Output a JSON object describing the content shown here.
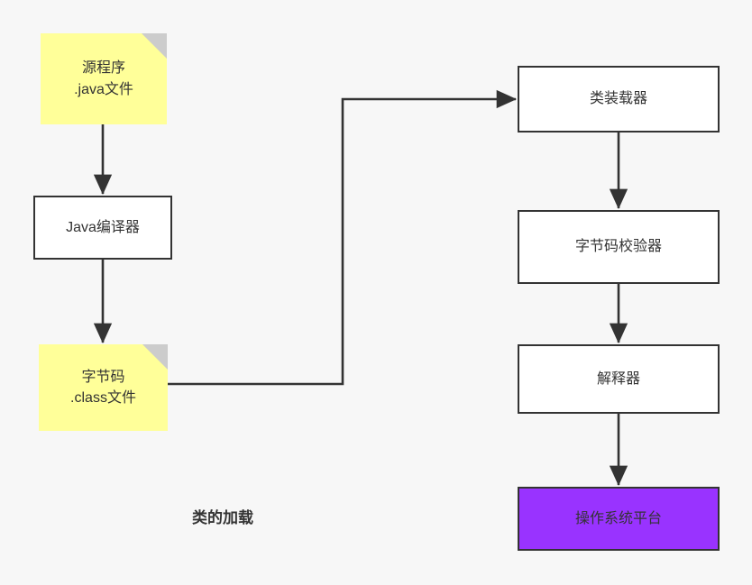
{
  "diagram": {
    "title_caption": "类的加载",
    "background_color": "#f7f7f7",
    "edge_color": "#333333",
    "note_fill": "#ffff99",
    "note_fold_color": "#cccccc",
    "process_fill": "#ffffff",
    "platform_fill": "#9933ff",
    "border_color": "#333333"
  },
  "nodes": {
    "source_file": {
      "label": "源程序\n.java文件",
      "shape": "note",
      "fill": "#ffff99"
    },
    "java_compiler": {
      "label": "Java编译器",
      "shape": "rectangle",
      "fill": "#ffffff"
    },
    "bytecode_file": {
      "label": "字节码\n.class文件",
      "shape": "note",
      "fill": "#ffff99"
    },
    "class_loader": {
      "label": "类装载器",
      "shape": "rectangle",
      "fill": "#ffffff"
    },
    "bytecode_verifier": {
      "label": "字节码校验器",
      "shape": "rectangle",
      "fill": "#ffffff"
    },
    "interpreter": {
      "label": "解释器",
      "shape": "rectangle",
      "fill": "#ffffff"
    },
    "os_platform": {
      "label": "操作系统平台",
      "shape": "rectangle",
      "fill": "#9933ff"
    }
  },
  "edges": [
    {
      "from": "source_file",
      "to": "java_compiler",
      "style": "straight-arrow"
    },
    {
      "from": "java_compiler",
      "to": "bytecode_file",
      "style": "straight-arrow"
    },
    {
      "from": "bytecode_file",
      "to": "class_loader",
      "style": "elbow-arrow"
    },
    {
      "from": "class_loader",
      "to": "bytecode_verifier",
      "style": "straight-arrow"
    },
    {
      "from": "bytecode_verifier",
      "to": "interpreter",
      "style": "straight-arrow"
    },
    {
      "from": "interpreter",
      "to": "os_platform",
      "style": "straight-arrow"
    }
  ]
}
